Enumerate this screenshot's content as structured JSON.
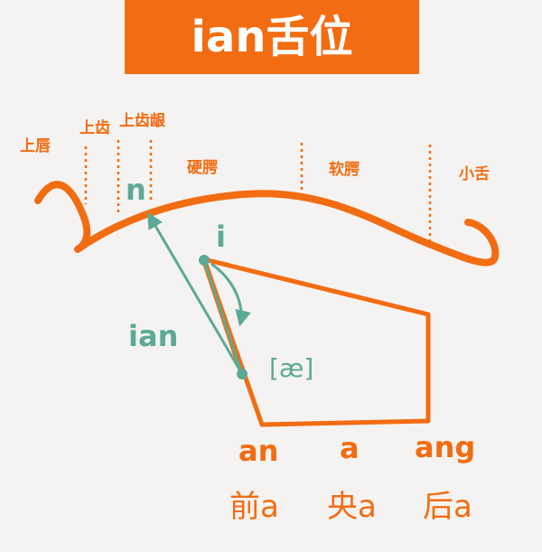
{
  "title": "ian舌位",
  "colors": {
    "orange": "#f26c12",
    "green": "#5da995",
    "background": "#f4f3f1"
  },
  "mouth_regions": [
    "上唇",
    "上齿",
    "上齿龈",
    "硬腭",
    "软腭",
    "小舌"
  ],
  "sound_labels": {
    "n": "n",
    "i": "i",
    "ian": "ian",
    "ae": "[æ]"
  },
  "vowel_labels": [
    "an",
    "a",
    "ang"
  ],
  "vowel_positions": [
    "前a",
    "央a",
    "后a"
  ]
}
